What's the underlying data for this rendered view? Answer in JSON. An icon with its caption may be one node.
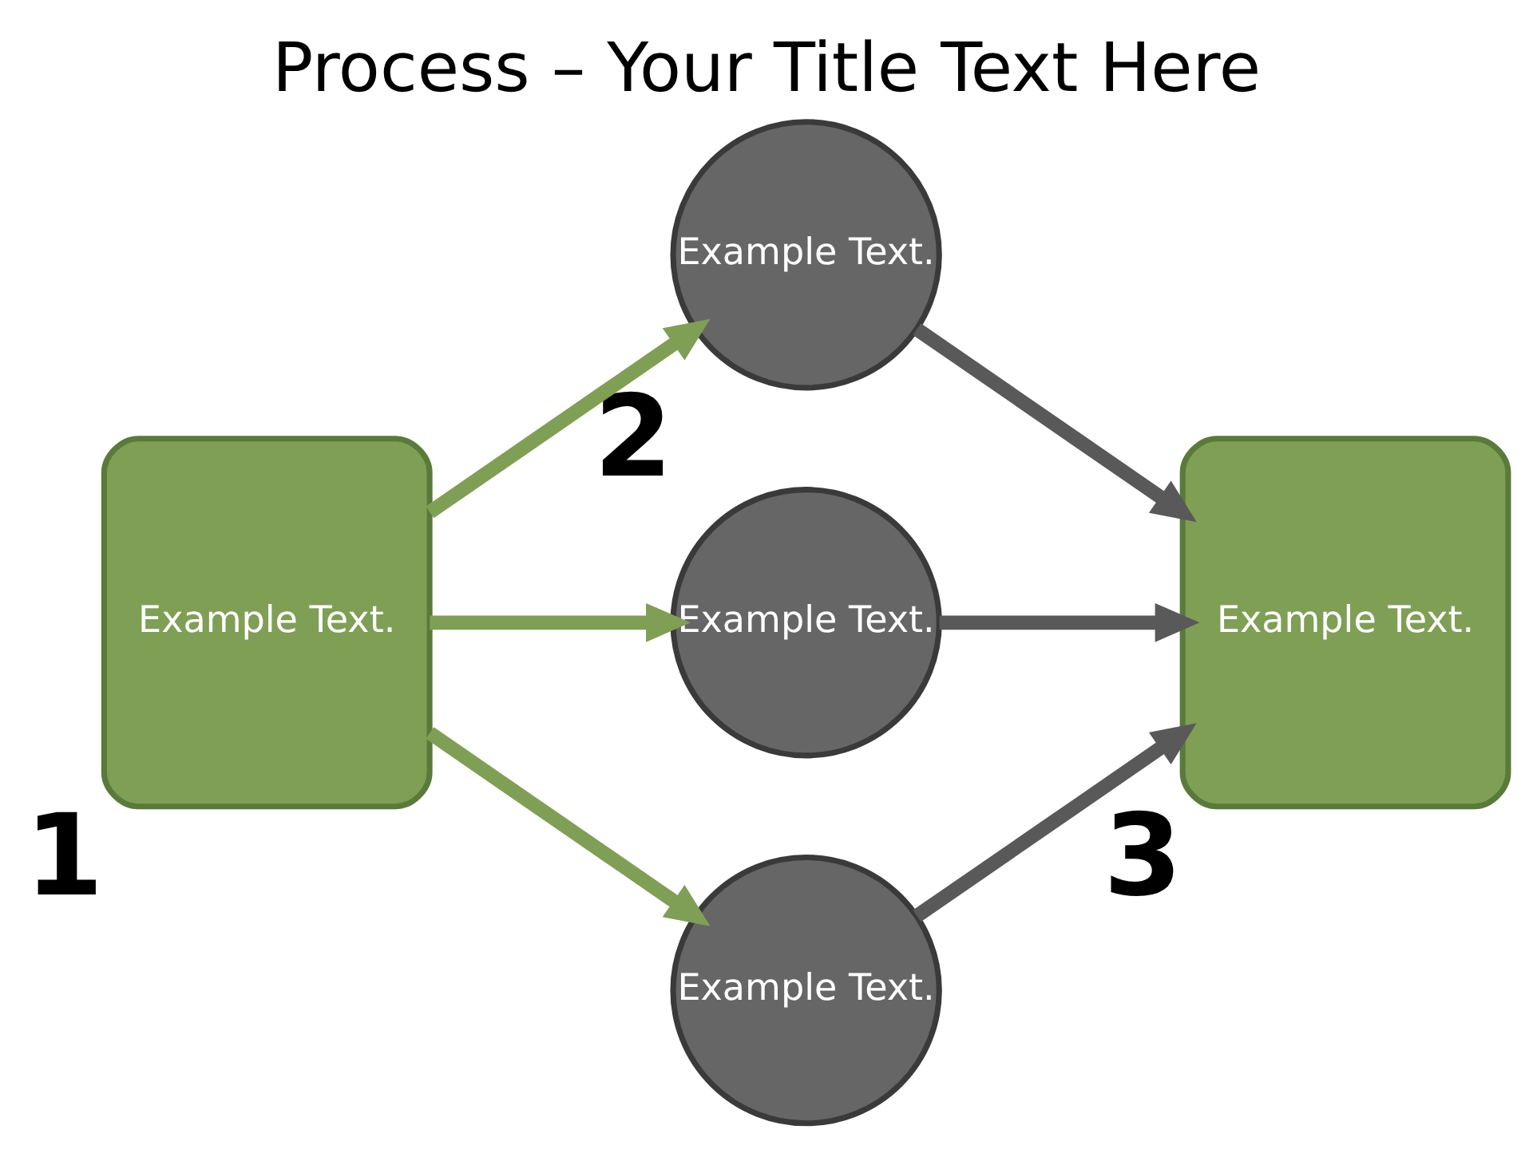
{
  "diagram": {
    "title": "Process – Your Title Text Here",
    "nodes": [
      {
        "text": [
          "Example Text."
        ],
        "beside": [
          "1"
        ]
      },
      {
        "text": [
          "Example Text."
        ],
        "beside": [
          "2"
        ]
      },
      {
        "text": [
          "Example Text."
        ]
      },
      {
        "text": [
          "Example Text."
        ]
      },
      {
        "text": [
          "Example Text."
        ],
        "beside": [
          "3"
        ]
      }
    ],
    "edges": [
      {
        "from": 0,
        "to": 1,
        "arrow": "to",
        "color": "#7f9f55"
      },
      {
        "from": 0,
        "to": 2,
        "arrow": "to",
        "color": "#7f9f55"
      },
      {
        "from": 0,
        "to": 3,
        "arrow": "to",
        "color": "#7f9f55"
      },
      {
        "from": 1,
        "to": 4,
        "arrow": "to",
        "color": "#595959"
      },
      {
        "from": 2,
        "to": 4,
        "arrow": "to",
        "color": "#595959"
      },
      {
        "from": 3,
        "to": 4,
        "arrow": "to",
        "color": "#595959"
      }
    ]
  }
}
